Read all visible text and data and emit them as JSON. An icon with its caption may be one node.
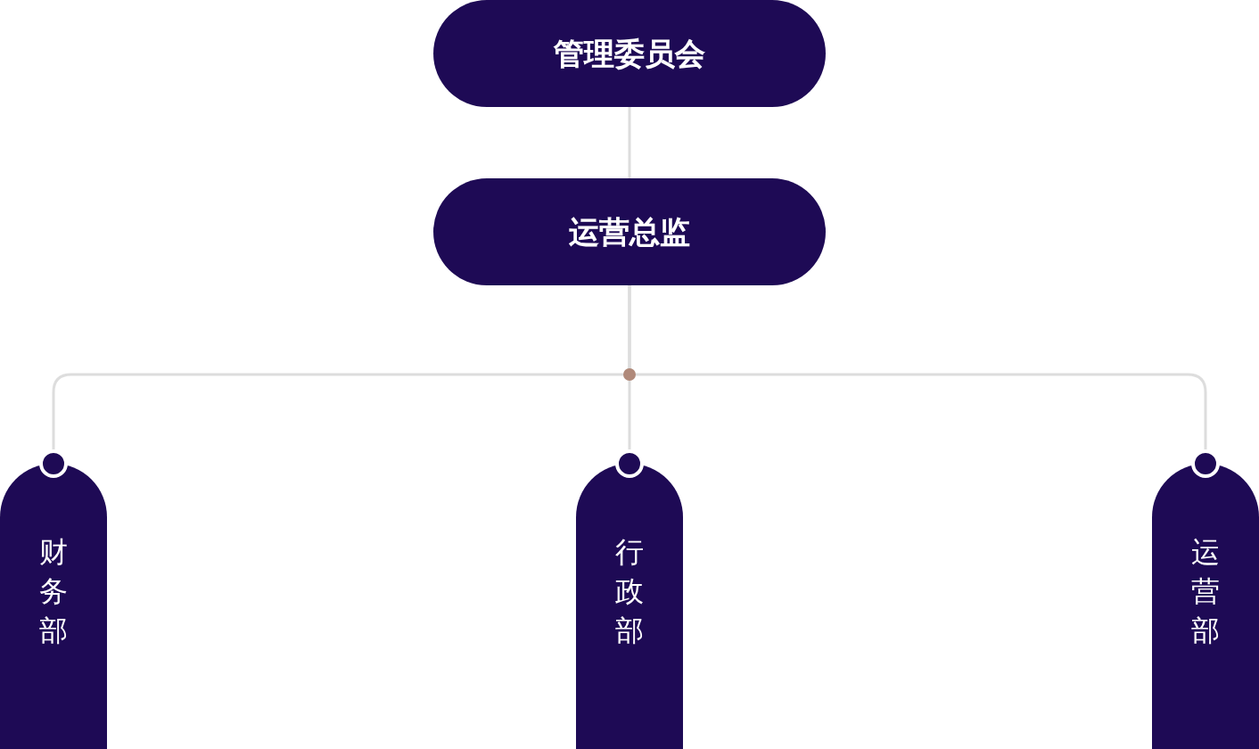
{
  "diagram": {
    "nodes": [
      {
        "text": [
          "管理委员会"
        ]
      },
      {
        "text": [
          "运营总监"
        ]
      },
      {
        "text": [
          "财务部"
        ]
      },
      {
        "text": [
          "行政部"
        ]
      },
      {
        "text": [
          "运营部"
        ]
      }
    ],
    "edges": [
      {
        "from": 0,
        "to": 1,
        "arrow": "none"
      },
      {
        "from": 1,
        "to": 2,
        "arrow": "none"
      },
      {
        "from": 1,
        "to": 3,
        "arrow": "none"
      },
      {
        "from": 1,
        "to": 4,
        "arrow": "none"
      }
    ]
  }
}
